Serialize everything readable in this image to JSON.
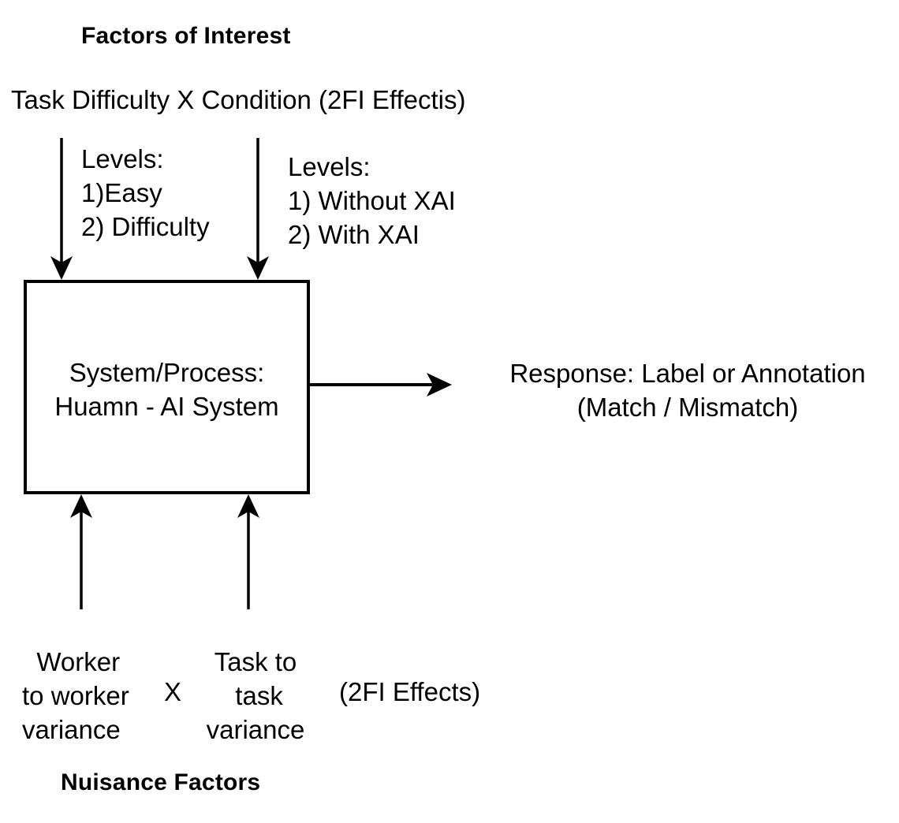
{
  "diagram": {
    "headings": {
      "top": "Factors of Interest",
      "bottom": "Nuisance Factors"
    },
    "factors_line": "Task Difficulty X Condition (2FI Effectis)",
    "levels_left": "Levels:\n1)Easy\n2) Difficulty",
    "levels_right": "Levels:\n1) Without XAI\n2) With XAI",
    "process_box": {
      "label": "System/Process:\nHuamn - AI System"
    },
    "response": "Response: Label or Annotation\n(Match / Mismatch)",
    "nuisance": {
      "worker": "  Worker\nto worker\nvariance",
      "separator": "X",
      "task": "Task to\n task\nvariance",
      "effects": "(2FI Effects)"
    },
    "colors": {
      "stroke": "#000000",
      "background": "#ffffff"
    }
  }
}
